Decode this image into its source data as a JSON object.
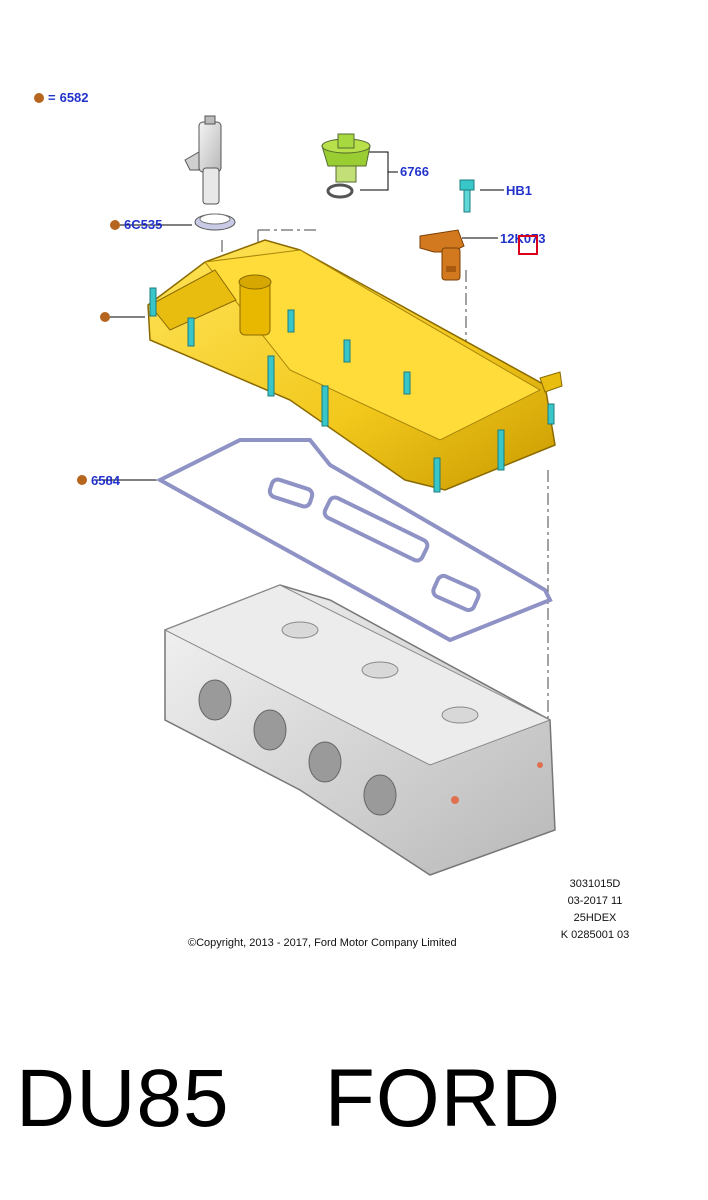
{
  "legend": {
    "equals": "=",
    "code": "6582"
  },
  "callouts": {
    "c6c535": "6C535",
    "c6766": "6766",
    "chb1": "HB1",
    "c12k073": "12K073",
    "c6584": "6584"
  },
  "info_codes": [
    "3031015D",
    "03-2017 11",
    "25HDEX",
    "K 0285001 03"
  ],
  "copyright": "©Copyright, 2013 - 2017, Ford Motor Company Limited",
  "footer": {
    "code": "DU85",
    "brand": "FORD"
  },
  "colors": {
    "callout_text": "#2233cc",
    "callout_dot": "#b5651d",
    "cover_yellow": "#f2c81c",
    "gasket": "#8e92c4",
    "cap_green": "#9acd32",
    "sensor_orange": "#d2781e",
    "bolt_cyan": "#38c6c9",
    "head_gray": "#d4d4d4",
    "highlight": "#d9001b"
  },
  "icons": [
    "callout-dot-icon"
  ]
}
